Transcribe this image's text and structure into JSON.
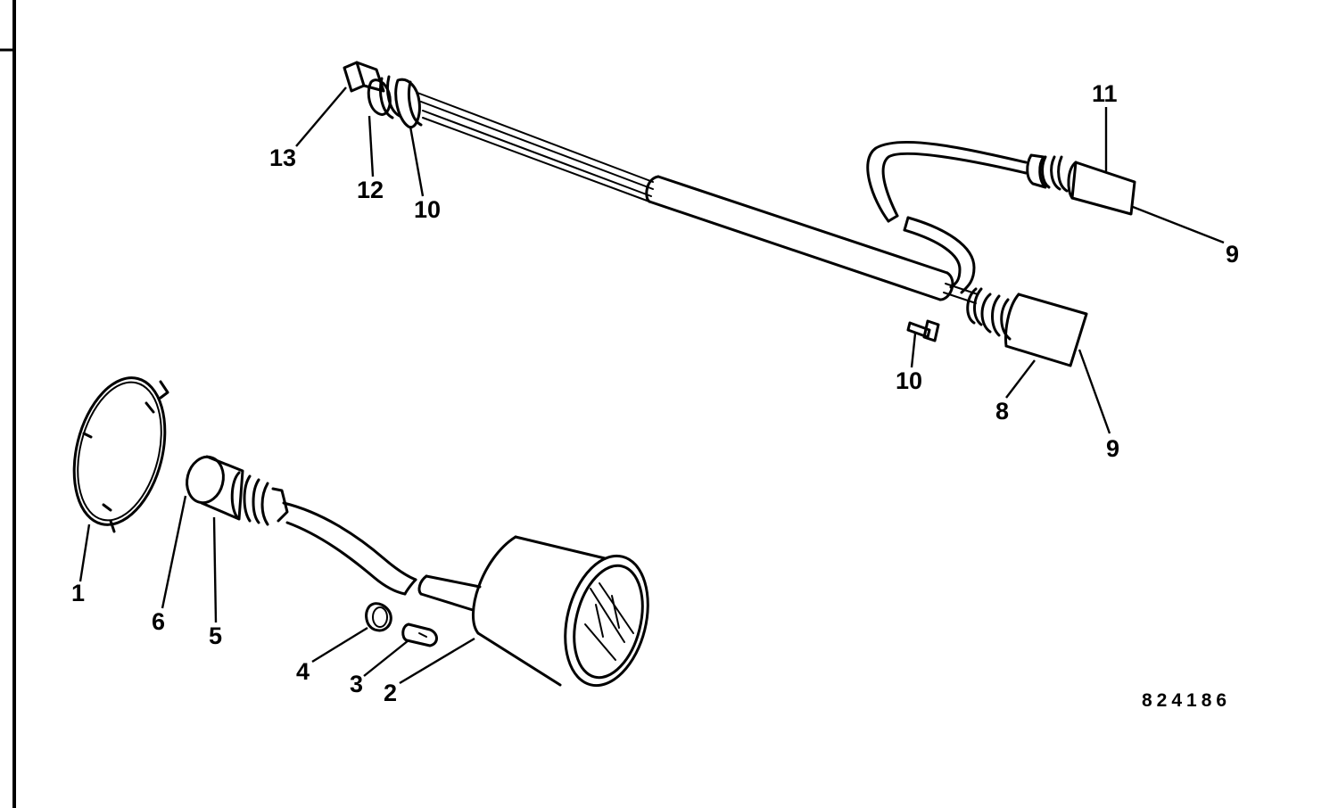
{
  "diagram": {
    "drawing_number": "824186",
    "callouts": {
      "c1": "1",
      "c2": "2",
      "c3": "3",
      "c4": "4",
      "c5": "5",
      "c6": "6",
      "c8": "8",
      "c9_top": "9",
      "c9_bottom": "9",
      "c10_top": "10",
      "c10_bottom": "10",
      "c11": "11",
      "c12": "12",
      "c13": "13"
    }
  }
}
